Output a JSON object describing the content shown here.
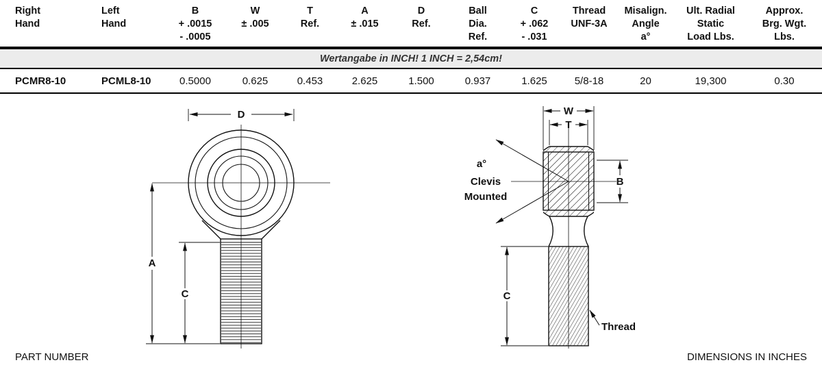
{
  "colors": {
    "rule": "#000000",
    "note_bg": "#ececec",
    "ink": "#111111"
  },
  "table": {
    "header": [
      [
        "Right",
        "Hand"
      ],
      [
        "Left",
        "Hand"
      ],
      [
        "B",
        "+ .0015",
        "- .0005"
      ],
      [
        "W",
        "± .005"
      ],
      [
        "T",
        "Ref."
      ],
      [
        "A",
        "± .015"
      ],
      [
        "D",
        "Ref."
      ],
      [
        "Ball",
        "Dia.",
        "Ref."
      ],
      [
        "C",
        "+ .062",
        "- .031"
      ],
      [
        "Thread",
        "UNF-3A"
      ],
      [
        "Misalign.",
        "Angle",
        "a°"
      ],
      [
        "Ult. Radial",
        "Static",
        "Load Lbs."
      ],
      [
        "Approx.",
        "Brg. Wgt.",
        "Lbs."
      ]
    ],
    "note": "Wertangabe in INCH! 1 INCH = 2,54cm!",
    "row": [
      "PCMR8-10",
      "PCML8-10",
      "0.5000",
      "0.625",
      "0.453",
      "2.625",
      "1.500",
      "0.937",
      "1.625",
      "5/8-18",
      "20",
      "19,300",
      "0.30"
    ]
  },
  "drawings": {
    "front": {
      "d": "D",
      "a": "A",
      "c": "C"
    },
    "side": {
      "w": "W",
      "t": "T",
      "b": "B",
      "c": "C",
      "angle": "a°",
      "clevis": "Clevis",
      "mounted": "Mounted",
      "thread": "Thread"
    }
  },
  "footer": {
    "left": "PART NUMBER",
    "right": "DIMENSIONS IN INCHES"
  }
}
